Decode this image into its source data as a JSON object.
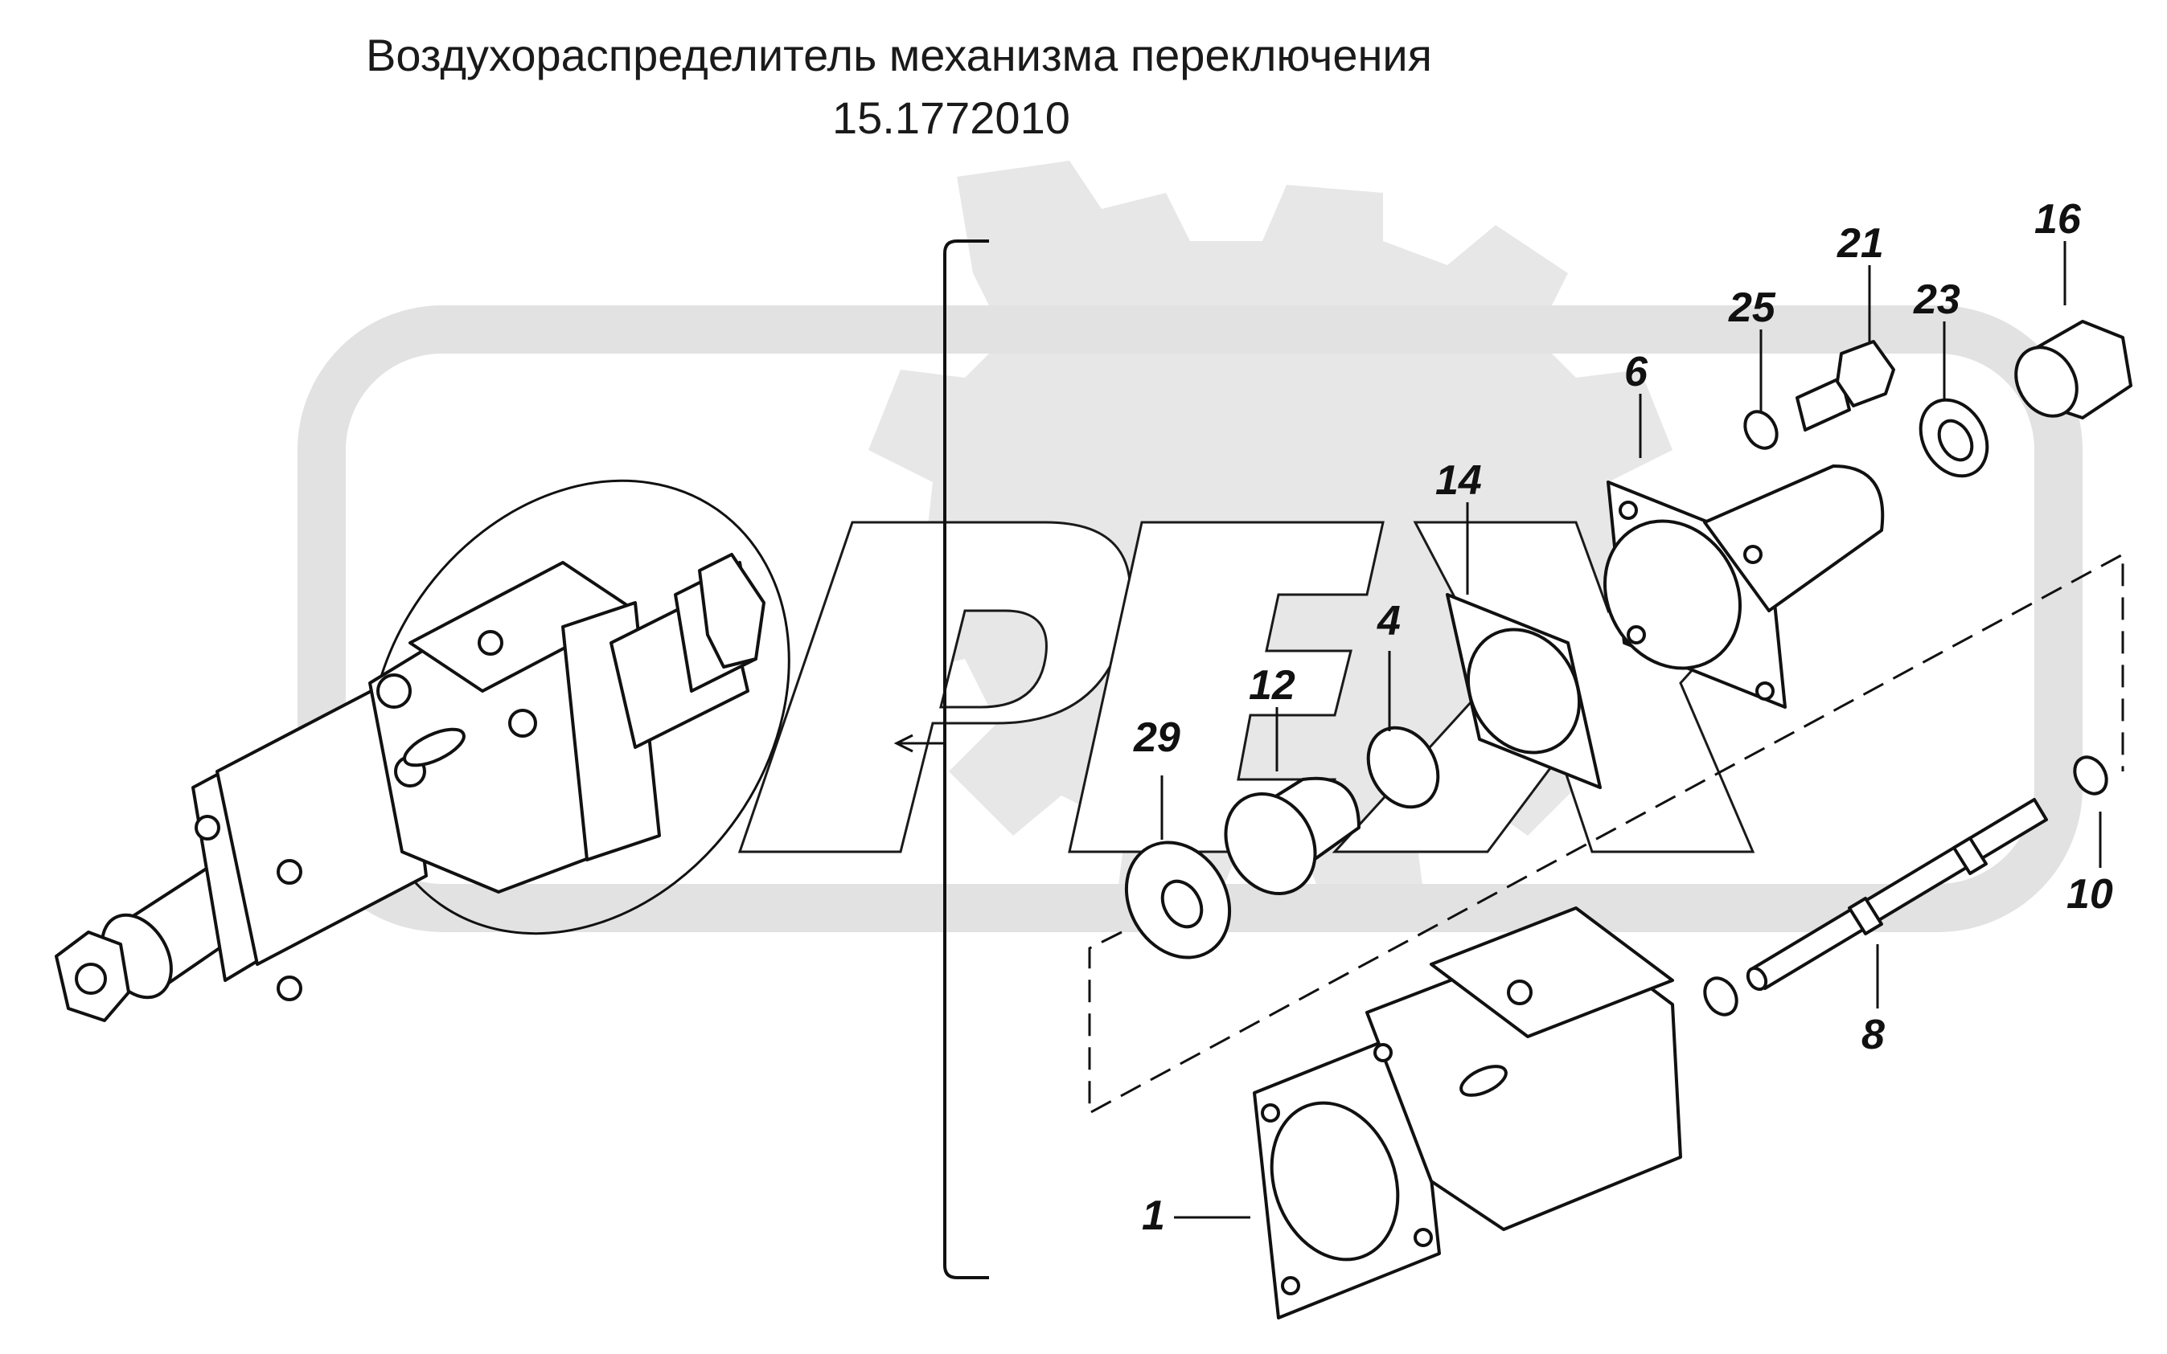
{
  "title": {
    "line1": "Воздухораспределитель механизма переключения",
    "line2": "15.1772010"
  },
  "watermark": {
    "text": "PEX",
    "color": "#e2e2e2"
  },
  "callouts": {
    "p1": "1",
    "p4": "4",
    "p6": "6",
    "p8": "8",
    "p10": "10",
    "p12": "12",
    "p14": "14",
    "p16": "16",
    "p21": "21",
    "p23": "23",
    "p25": "25",
    "p29": "29"
  },
  "colors": {
    "line": "#111111",
    "background": "#ffffff"
  }
}
